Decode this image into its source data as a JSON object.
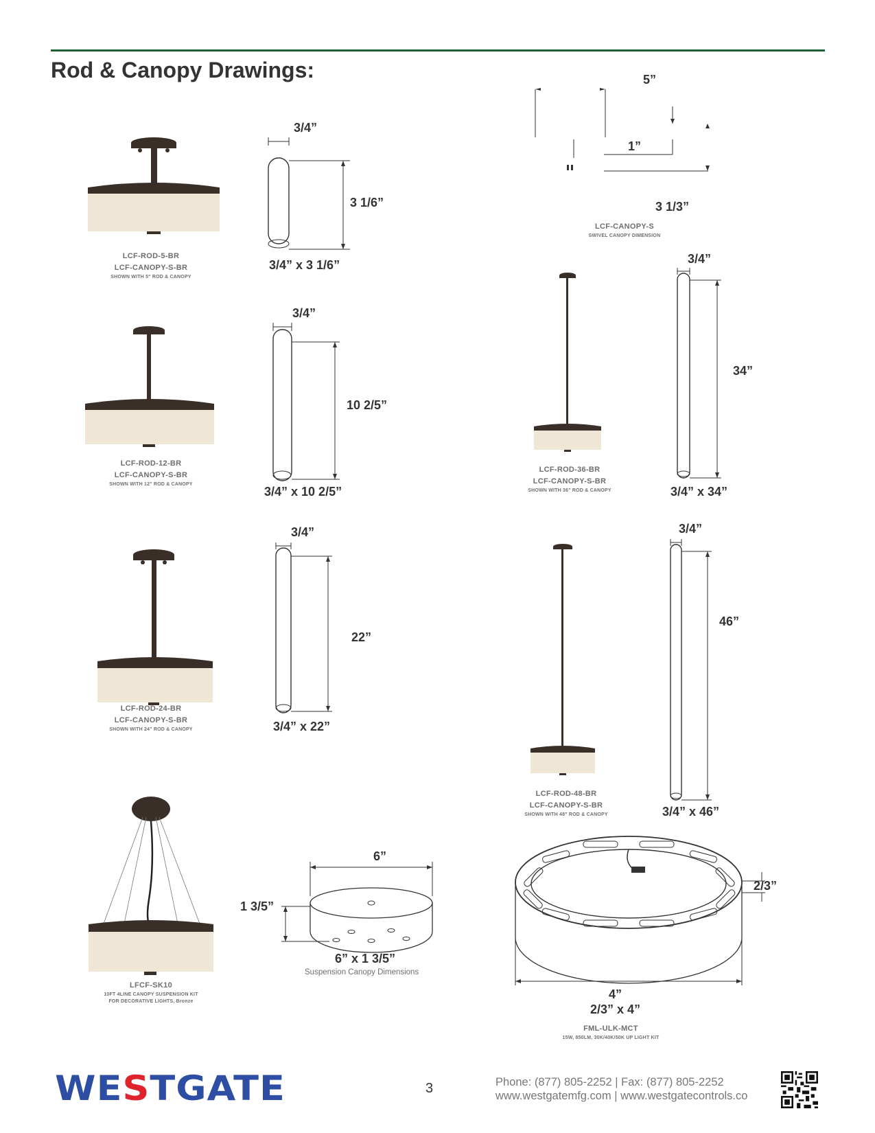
{
  "page": {
    "title": "Rod & Canopy Drawings:",
    "page_number": "3",
    "accent_rule_color": "#1f5f3a"
  },
  "products": [
    {
      "id": "rod5",
      "line1": "LCF-ROD-5-BR",
      "line2": "LCF-CANOPY-S-BR",
      "line3": "SHOWN WITH 5\" ROD & CANOPY"
    },
    {
      "id": "rod12",
      "line1": "LCF-ROD-12-BR",
      "line2": "LCF-CANOPY-S-BR",
      "line3": "SHOWN WITH 12\" ROD & CANOPY"
    },
    {
      "id": "rod24",
      "line1": "LCF-ROD-24-BR",
      "line2": "LCF-CANOPY-S-BR",
      "line3": "SHOWN WITH 24\" ROD & CANOPY"
    },
    {
      "id": "sk10",
      "line1": "LFCF-SK10",
      "line2": "10FT 4LINE CANOPY SUSPENSION KIT",
      "line3": "FOR DECORATIVE LIGHTS, Bronze"
    },
    {
      "id": "rod36",
      "line1": "LCF-ROD-36-BR",
      "line2": "LCF-CANOPY-S-BR",
      "line3": "SHOWN WITH 36\" ROD & CANOPY"
    },
    {
      "id": "rod48",
      "line1": "LCF-ROD-48-BR",
      "line2": "LCF-CANOPY-S-BR",
      "line3": "SHOWN WITH 48\" ROD & CANOPY"
    }
  ],
  "rods": [
    {
      "width": "3/4”",
      "length": "3 1/6”",
      "label": "3/4” x 3 1/6”"
    },
    {
      "width": "3/4”",
      "length": "10 2/5”",
      "label": "3/4” x 10 2/5”"
    },
    {
      "width": "3/4”",
      "length": "22”",
      "label": "3/4” x 22”"
    },
    {
      "width": "3/4”",
      "length": "34”",
      "label": "3/4” x 34”"
    },
    {
      "width": "3/4”",
      "length": "46”",
      "label": "3/4” x 46”"
    }
  ],
  "swivel_canopy": {
    "dim_top": "5”",
    "dim_mid": "1”",
    "dim_bottom": "3 1/3”",
    "name": "LCF-CANOPY-S",
    "subtitle": "SWIVEL CANOPY DIMENSION"
  },
  "suspension_canopy": {
    "width": "6”",
    "height": "1 3/5”",
    "label": "6” x 1 3/5”",
    "subtitle": "Suspension Canopy Dimensions"
  },
  "uplight_kit": {
    "height": "2/3”",
    "width": "4”",
    "label": "2/3” x 4”",
    "name": "FML-ULK-MCT",
    "subtitle": "15W, 850LM, 30K/40K/50K UP LIGHT KIT"
  },
  "footer": {
    "logo_pre": "WE",
    "logo_s": "S",
    "logo_post": "TGATE",
    "logo_color": "#2d4ea2",
    "logo_accent": "#e0242d",
    "phone_line": "Phone: (877) 805-2252  | Fax: (877) 805-2252",
    "web_line": "www.westgatemfg.com  | www.westgatecontrols.co",
    "qr_icon": "qr-code-icon"
  }
}
